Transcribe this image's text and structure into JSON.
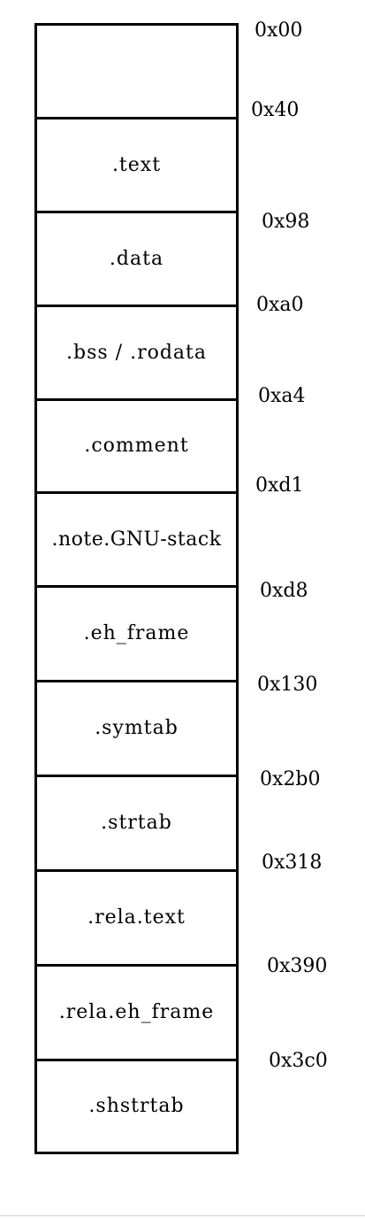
{
  "sections": [
    {
      "label": ""
    },
    {
      "label": ".text"
    },
    {
      "label": ".data"
    },
    {
      "label": ".bss / .rodata"
    },
    {
      "label": ".comment"
    },
    {
      "label": ".note.GNU-stack"
    },
    {
      "label": ".eh_frame"
    },
    {
      "label": ".symtab"
    },
    {
      "label": ".strtab"
    },
    {
      "label": ".rela.text"
    },
    {
      "label": ".rela.eh_frame"
    },
    {
      "label": ".shstrtab"
    }
  ],
  "offsets": [
    "0x00",
    "0x40",
    "0x98",
    "0xa0",
    "0xa4",
    "0xd1",
    "0xd8",
    "0x130",
    "0x2b0",
    "0x318",
    "0x390",
    "0x3c0"
  ]
}
